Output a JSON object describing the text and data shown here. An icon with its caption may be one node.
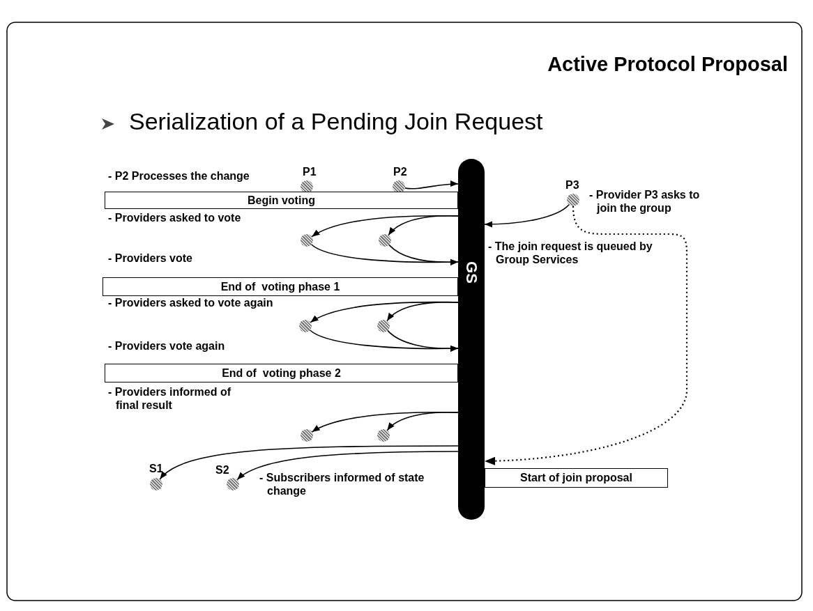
{
  "diagram": {
    "title": "Active Protocol Proposal",
    "nodes": [
      {
        "text": [
          "GS"
        ]
      },
      {
        "text": [],
        "shape": "circle",
        "beside": [
          "P1"
        ]
      },
      {
        "text": [],
        "shape": "circle",
        "beside": [
          "P2"
        ]
      },
      {
        "text": [],
        "shape": "circle",
        "beside": [
          "P3"
        ]
      },
      {
        "text": [],
        "shape": "circle"
      },
      {
        "text": [],
        "shape": "circle"
      },
      {
        "text": [],
        "shape": "circle"
      },
      {
        "text": [],
        "shape": "circle"
      },
      {
        "text": [],
        "shape": "circle"
      },
      {
        "text": [],
        "shape": "circle"
      },
      {
        "text": [],
        "shape": "circle",
        "beside": [
          "S1"
        ]
      },
      {
        "text": [],
        "shape": "circle",
        "beside": [
          "S2"
        ]
      },
      {
        "text": [
          "Begin voting"
        ]
      },
      {
        "text": [
          "End of  voting phase 1"
        ]
      },
      {
        "text": [
          "End of  voting phase 2"
        ]
      },
      {
        "text": [
          "Start of join proposal"
        ]
      }
    ],
    "edges": [
      {
        "from": 2,
        "to": 0,
        "arrow": "to"
      },
      {
        "from": 0,
        "to": 4,
        "arrow": "to"
      },
      {
        "from": 0,
        "to": 5,
        "arrow": "to"
      },
      {
        "from": 4,
        "to": 0,
        "arrow": "to"
      },
      {
        "from": 5,
        "to": 0,
        "arrow": "to"
      },
      {
        "from": 3,
        "to": 0,
        "arrow": "to"
      },
      {
        "from": 0,
        "to": 6,
        "arrow": "to"
      },
      {
        "from": 0,
        "to": 7,
        "arrow": "to"
      },
      {
        "from": 6,
        "to": 0,
        "arrow": "to"
      },
      {
        "from": 7,
        "to": 0,
        "arrow": "to"
      },
      {
        "from": 0,
        "to": 8,
        "arrow": "to"
      },
      {
        "from": 0,
        "to": 9,
        "arrow": "to"
      },
      {
        "from": 0,
        "to": 10,
        "arrow": "to"
      },
      {
        "from": 0,
        "to": 11,
        "arrow": "to"
      },
      {
        "from": 3,
        "to": 0,
        "arrow": "to",
        "style": "dashed"
      }
    ],
    "labels": [
      "Serialization of a Pending Join Request",
      "- P2 Processes the change",
      "- Provider P3 asks to join the group",
      "- Providers asked to vote",
      "- The join request is queued by Group Services",
      "- Providers vote",
      "- Providers asked to vote again",
      "- Providers vote again",
      "- Providers informed of final result",
      "- Subscribers informed of state change"
    ]
  }
}
